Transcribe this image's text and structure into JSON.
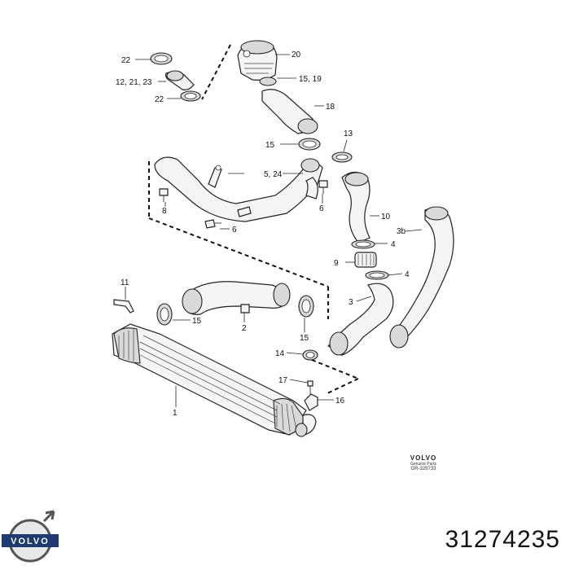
{
  "labels": {
    "l22a": "22",
    "l12": "12, 21, 23",
    "l22b": "22",
    "l20": "20",
    "l1519": "15, 19",
    "l18": "18",
    "l15a": "15",
    "l13": "13",
    "l524": "5, 24",
    "l8": "8",
    "l6a": "6",
    "l6b": "6",
    "l10": "10",
    "l3b": "3b",
    "l4a": "4",
    "l9": "9",
    "l4b": "4",
    "l3": "3",
    "l11": "11",
    "l15b": "15",
    "l2": "2",
    "l15c": "15",
    "l14": "14",
    "l17": "17",
    "l16": "16",
    "l1": "1"
  },
  "brand": {
    "name": "VOLVO",
    "genuine": "Genuine Parts",
    "ref": "GR-329733"
  },
  "logo_text": "VOLVO",
  "part_number": "31274235"
}
